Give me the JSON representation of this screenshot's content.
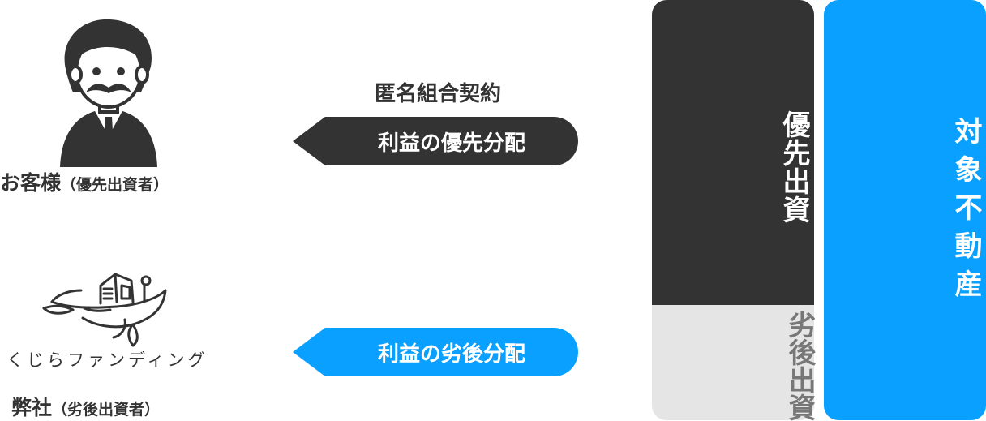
{
  "investor": {
    "name": "お客様",
    "role": "（優先出資者）"
  },
  "company": {
    "logo_text": "くじらファンディング",
    "name": "弊社",
    "role": "（劣後出資者）"
  },
  "contract": {
    "title": "匿名組合契約"
  },
  "arrows": {
    "priority": "利益の優先分配",
    "subordinate": "利益の劣後分配"
  },
  "structure": {
    "priority_capital": "優先出資",
    "subordinate_capital": "劣後出資",
    "target_property": "対象不動産"
  },
  "colors": {
    "dark": "#333333",
    "accent": "#0aa0ff",
    "light_gray": "#e5e5e5",
    "muted_text": "#777777"
  },
  "icons": {
    "investor": "businessman-mustache-icon",
    "company": "whale-house-logo"
  }
}
